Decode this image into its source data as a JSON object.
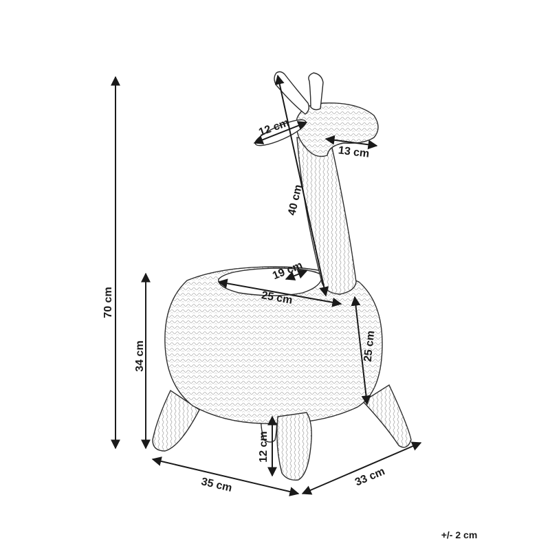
{
  "dimensions": {
    "total_height": "70 cm",
    "body_height": "34 cm",
    "leg_height": "12 cm",
    "width": "35 cm",
    "depth": "33 cm",
    "neck_length": "40 cm",
    "head_width": "12 cm",
    "head_depth": "13 cm",
    "basket_inner_depth": "19 cm",
    "basket_opening": "25 cm",
    "basket_height": "25 cm"
  },
  "tolerance": "+/- 2 cm",
  "colors": {
    "line": "#1a1a1a",
    "outline": "#2a2a2a",
    "weave": "#6d6d6d"
  }
}
